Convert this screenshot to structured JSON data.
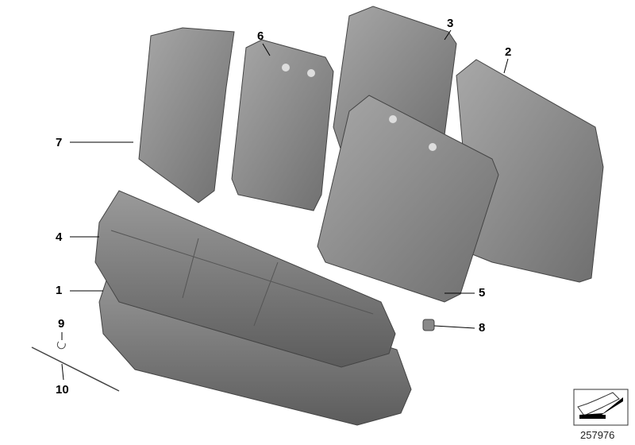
{
  "diagram": {
    "callouts": [
      {
        "number": "1",
        "part": "seat-cushion-base"
      },
      {
        "number": "2",
        "part": "backrest-frame-right"
      },
      {
        "number": "3",
        "part": "backrest-frame-center"
      },
      {
        "number": "4",
        "part": "seat-cushion-cover"
      },
      {
        "number": "5",
        "part": "backrest-panel-large"
      },
      {
        "number": "6",
        "part": "backrest-panel-small"
      },
      {
        "number": "7",
        "part": "side-bolster"
      },
      {
        "number": "8",
        "part": "clip"
      },
      {
        "number": "9",
        "part": "ring"
      },
      {
        "number": "10",
        "part": "wire"
      }
    ],
    "reference_number": "257976",
    "colors": {
      "part_fill": "#8a8a8a",
      "part_dark": "#5e5e5e",
      "outline": "#444444"
    }
  }
}
